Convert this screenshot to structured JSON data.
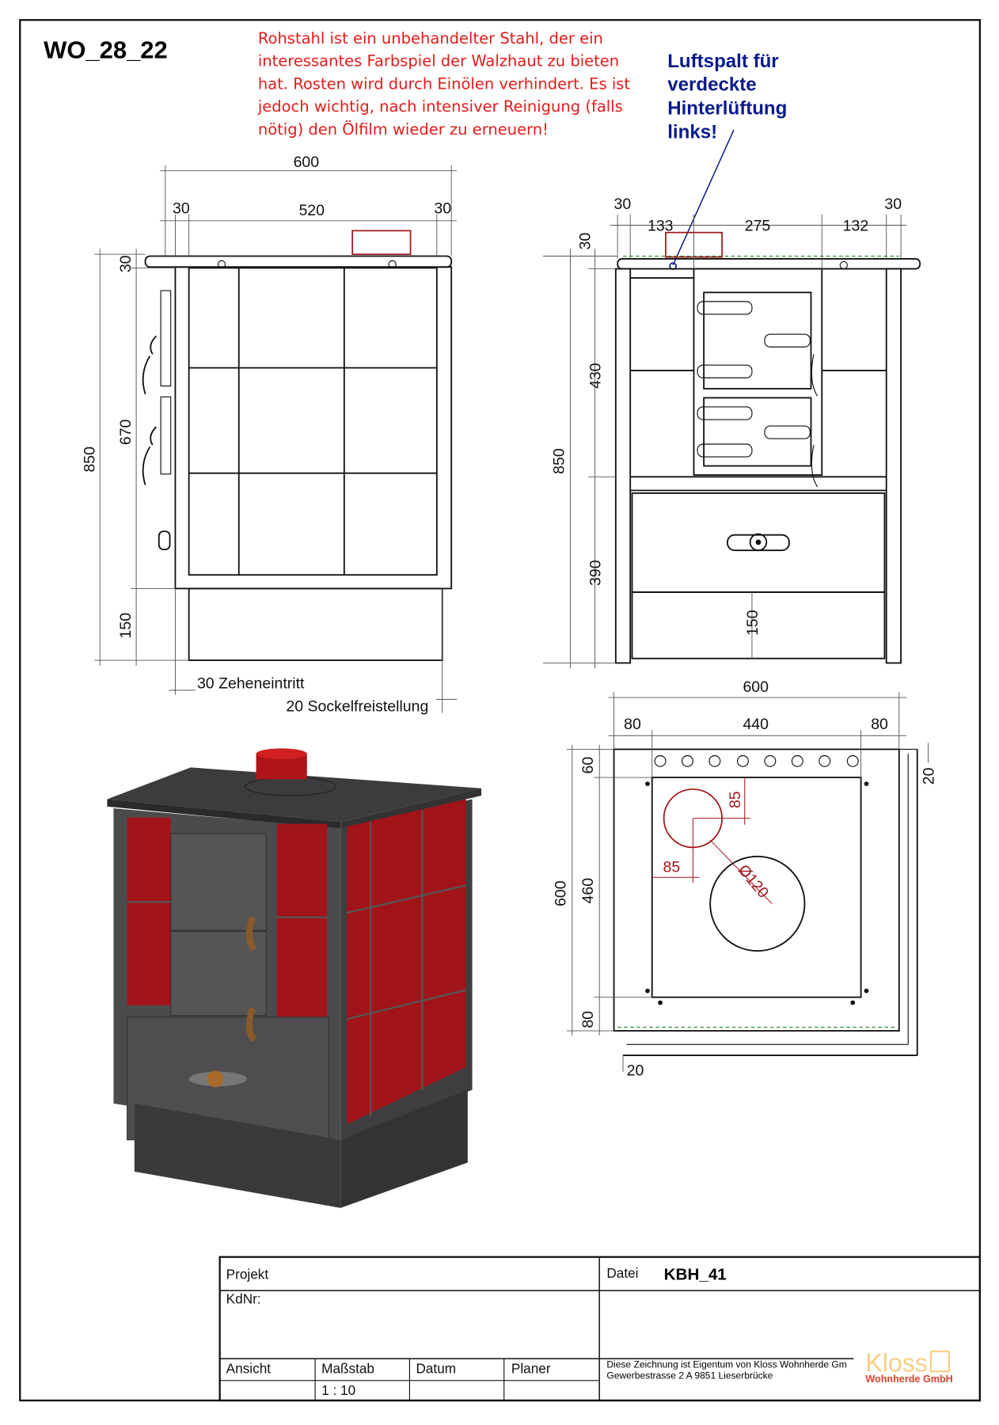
{
  "drawing_id": "WO_28_22",
  "note_material": [
    "Rohstahl ist ein unbehandelter Stahl, der ein",
    "interessantes Farbspiel der Walzhaut zu bieten",
    "hat. Rosten wird durch Einölen verhindert. Es ist",
    "jedoch wichtig, nach intensiver Reinigung (falls",
    "nötig) den Ölfilm wieder zu erneuern!"
  ],
  "note_air_gap": [
    "Luftspalt für",
    "verdeckte",
    "Hinterlüftung",
    "links!"
  ],
  "side_view": {
    "width": "600",
    "inner": "520",
    "left": "30",
    "right": "30",
    "height": "850",
    "body": "670",
    "top": "30",
    "plinth": "150",
    "toe": "30 Zeheneintritt",
    "base_gap": "20 Sockelfreistellung"
  },
  "front_view": {
    "left": "30",
    "right": "30",
    "d1": "133",
    "d2": "275",
    "d3": "132",
    "height": "850",
    "top": "30",
    "upper": "430",
    "lower": "390",
    "plinth": "150"
  },
  "plan_view": {
    "width": "600",
    "left": "80",
    "inner": "440",
    "right": "80",
    "depth": "600",
    "top": "60",
    "inner_depth": "460",
    "bottom": "80",
    "side_gap": "20",
    "rear_gap": "20",
    "off_x": "85",
    "off_y": "85",
    "diameter": "Ø120"
  },
  "colors": {
    "tile_red": "#a0141a",
    "body": "#4b4b4d",
    "note_red": "#e31b1b",
    "note_blue": "#0a1a8c"
  },
  "title_block": {
    "project_label": "Projekt",
    "customer_label": "KdNr:",
    "file_label": "Datei",
    "file_value": "KBH_41",
    "view_label": "Ansicht",
    "scale_label": "Maßstab",
    "date_label": "Datum",
    "planner_label": "Planer",
    "scale_value": "1 : 10",
    "ownership": "Diese Zeichnung ist Eigentum von Kloss Wohnherde Gm",
    "address": "Gewerbestrasse 2 A 9851 Lieserbrücke",
    "logo_text": "Kloss",
    "company": "Wohnherde GmbH"
  }
}
